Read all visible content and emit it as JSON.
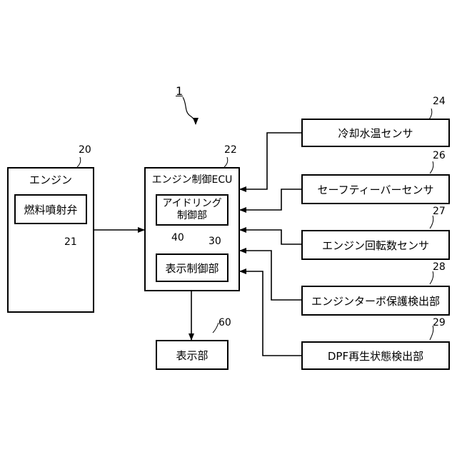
{
  "system": {
    "ref": "1"
  },
  "engine": {
    "title": "エンジン",
    "ref": "20",
    "injector": {
      "label": "燃料噴射弁",
      "ref": "21"
    }
  },
  "ecu": {
    "title": "エンジン制御ECU",
    "ref": "22",
    "idling": {
      "line1": "アイドリング",
      "line2": "制御部",
      "ref": "30"
    },
    "display_ctrl": {
      "label": "表示制御部",
      "ref": "40"
    }
  },
  "display": {
    "label": "表示部",
    "ref": "60"
  },
  "sensors": [
    {
      "label": "冷却水温センサ",
      "ref": "24"
    },
    {
      "label": "セーフティーバーセンサ",
      "ref": "26"
    },
    {
      "label": "エンジン回転数センサ",
      "ref": "27"
    },
    {
      "label": "エンジンターボ保護検出部",
      "ref": "28"
    },
    {
      "label": "DPF再生状態検出部",
      "ref": "29"
    }
  ]
}
